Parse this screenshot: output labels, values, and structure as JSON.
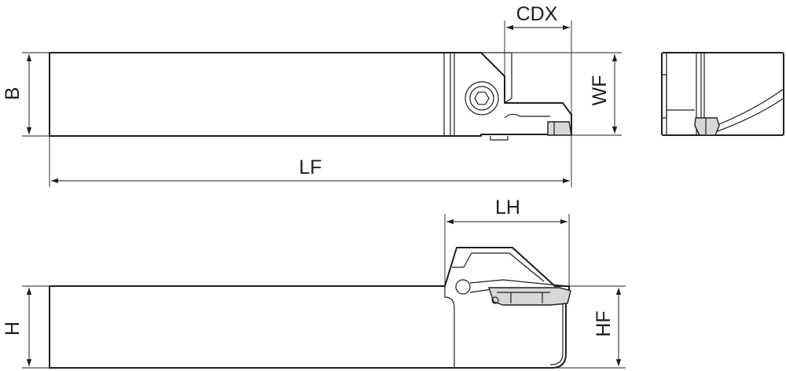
{
  "labels": {
    "cdx": "CDX",
    "b": "B",
    "wf": "WF",
    "lf": "LF",
    "lh": "LH",
    "h": "H",
    "hf": "HF"
  },
  "colors": {
    "line": "#1e1e1e",
    "insert_fill": "#d7d7d7",
    "background": "#ffffff"
  }
}
